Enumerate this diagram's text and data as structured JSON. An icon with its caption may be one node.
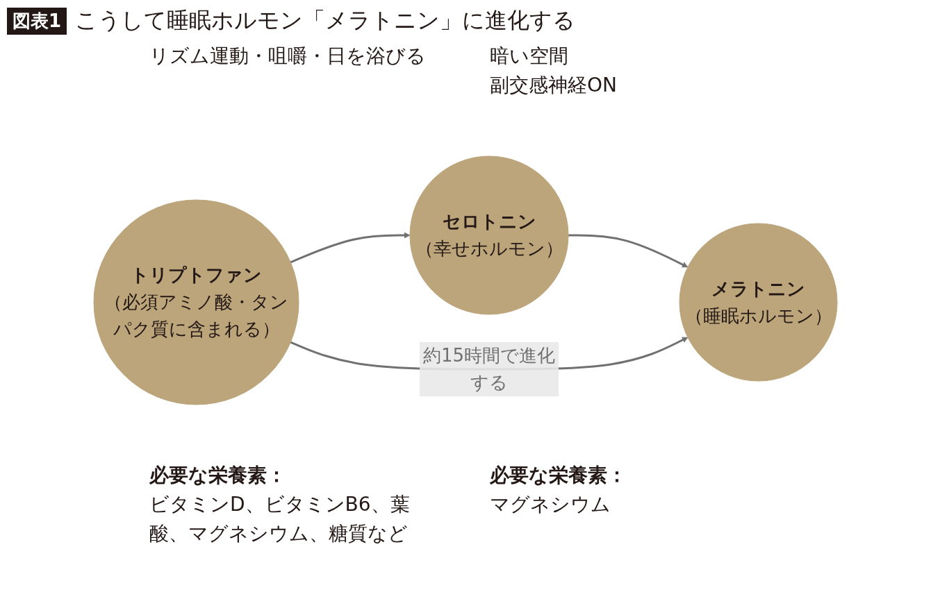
{
  "diagram": {
    "title": "こうして睡眠ホルモン「メラトニン」に進化する",
    "nodes": [
      {
        "text": [
          "トリプトファン",
          "（必須アミノ酸・タンパク質に含まれる）"
        ]
      },
      {
        "text": [
          "セロトニン",
          "（幸せホルモン）"
        ]
      },
      {
        "text": [
          "メラトニン",
          "（睡眠ホルモン）"
        ]
      }
    ],
    "edges": [
      {
        "from": 0,
        "to": 1,
        "arrow": "to"
      },
      {
        "from": 1,
        "to": 2,
        "arrow": "to"
      },
      {
        "from": 0,
        "to": 2,
        "arrow": "to",
        "label": "約15時間で進化する"
      }
    ],
    "labels": [
      "図表1",
      "リズム運動・咀嚼・日を浴びる",
      "暗い空間",
      "副交感神経ON",
      "必要な栄養素：",
      "ビタミンD、ビタミンB6、葉酸、マグネシウム、糖質など",
      "必要な栄養素：",
      "マグネシウム"
    ]
  }
}
